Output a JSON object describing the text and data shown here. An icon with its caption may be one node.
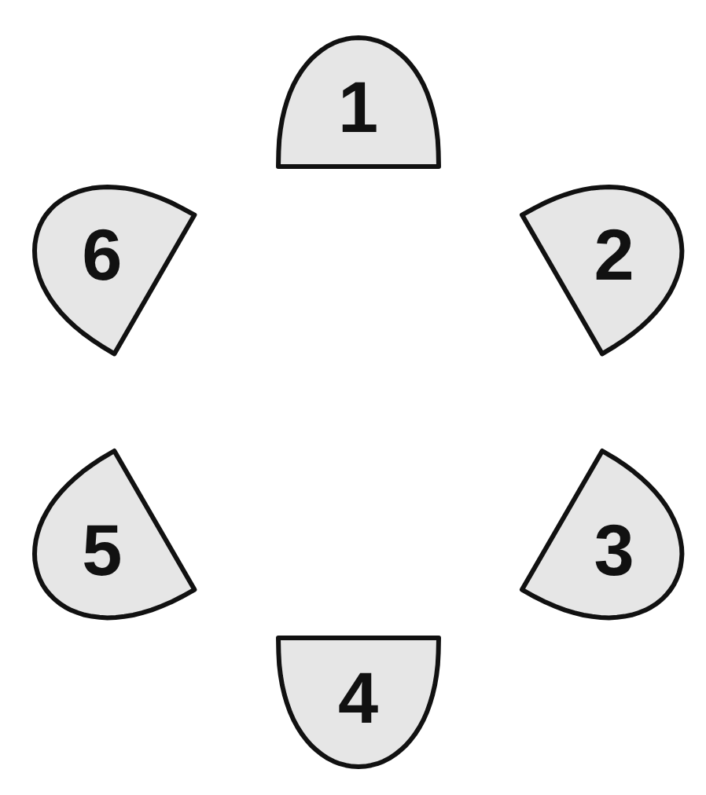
{
  "diagram": {
    "nodes": [
      {
        "text": [
          "1"
        ]
      },
      {
        "text": [
          "6"
        ]
      },
      {
        "text": [
          "2"
        ]
      },
      {
        "text": [
          "5"
        ]
      },
      {
        "text": [
          "3"
        ]
      },
      {
        "text": [
          "4"
        ]
      }
    ]
  }
}
